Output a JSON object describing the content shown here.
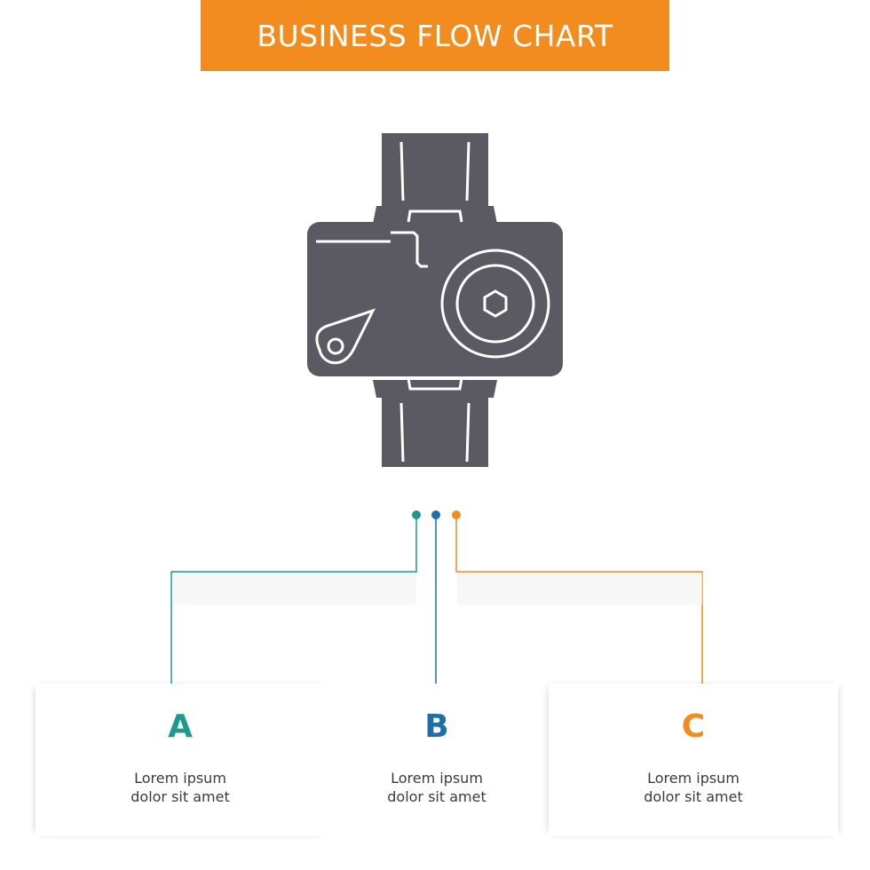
{
  "banner": {
    "title": "BUSINESS FLOW CHART",
    "color": "#F28C1E"
  },
  "icon": {
    "name": "action-camera-on-wrist-strap-icon",
    "color": "#5B5961"
  },
  "steps": [
    {
      "letter": "A",
      "line1": "Lorem ipsum",
      "line2": "dolor sit amet",
      "color": "#1F9A8A"
    },
    {
      "letter": "B",
      "line1": "Lorem ipsum",
      "line2": "dolor sit amet",
      "color": "#1E6FA8"
    },
    {
      "letter": "C",
      "line1": "Lorem ipsum",
      "line2": "dolor sit amet",
      "color": "#F28C1E"
    }
  ]
}
